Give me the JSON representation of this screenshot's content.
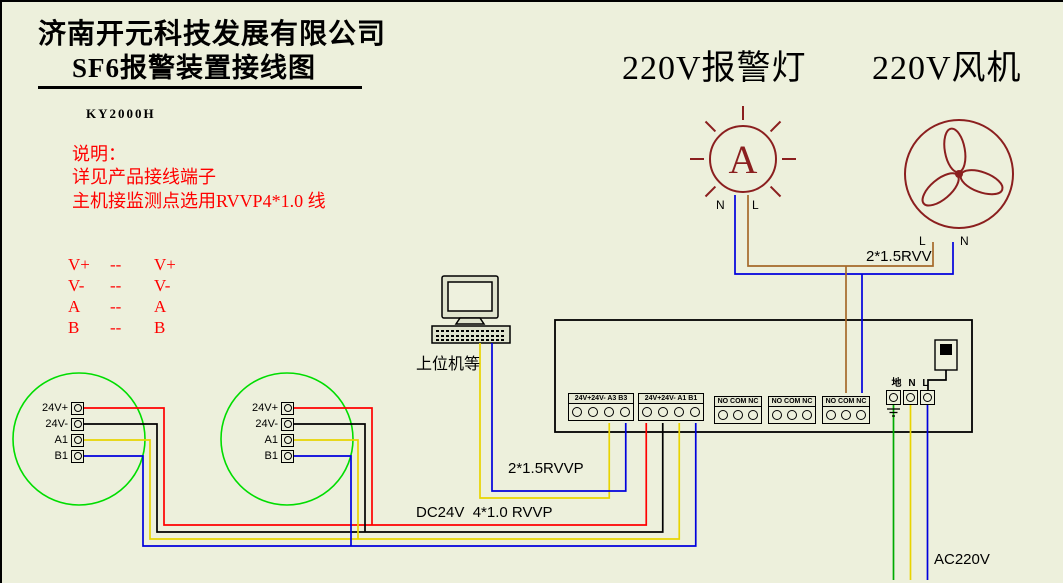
{
  "header": {
    "company": "济南开元科技发展有限公司",
    "title": "SF6报警装置接线图",
    "model": "KY2000H"
  },
  "notes": {
    "heading": "说明：",
    "lines": [
      "详见产品接线端子",
      "主机接监测点选用RVVP4*1.0 线"
    ]
  },
  "signal_map": [
    {
      "from": "V+",
      "sep": "--",
      "to": "V+"
    },
    {
      "from": "V-",
      "sep": "--",
      "to": "V-"
    },
    {
      "from": "A",
      "sep": "--",
      "to": "A"
    },
    {
      "from": "B",
      "sep": "--",
      "to": "B"
    }
  ],
  "alarm_lamp": {
    "title": "220V报警灯",
    "symbol_letter": "A",
    "terminal_n": "N",
    "terminal_l": "L"
  },
  "fan": {
    "title": "220V风机",
    "terminal_l": "L",
    "terminal_n": "N"
  },
  "host": {
    "label": "上位机等"
  },
  "cables": {
    "lamp_fan": "2*1.5RVV",
    "host": "2*1.5RVVP",
    "sensor_bus": "DC24V  4*1.0 RVVP",
    "mains": "AC220V"
  },
  "controller": {
    "groups": [
      {
        "label": "24V+24V- A3 B3"
      },
      {
        "label": "24V+24V- A1 B1"
      },
      {
        "label": "NO COM NC"
      },
      {
        "label": "NO COM NC"
      },
      {
        "label": "NO COM NC"
      }
    ],
    "power_label": "地 N L"
  },
  "sensors": [
    {
      "terminals": [
        "24V+",
        "24V-",
        "A1",
        "B1"
      ]
    },
    {
      "terminals": [
        "24V+",
        "24V-",
        "A1",
        "B1"
      ]
    }
  ],
  "colors": {
    "background": "#edf0dc",
    "note_red": "#ff0000",
    "device_dark_red": "#8b1f1f",
    "sensor_circle_green": "#00dd00",
    "wire_red": "#ff0000",
    "wire_black": "#000000",
    "wire_yellow": "#e8d400",
    "wire_blue": "#0000dd",
    "wire_brown": "#a5692a",
    "wire_green": "#00aa00"
  }
}
